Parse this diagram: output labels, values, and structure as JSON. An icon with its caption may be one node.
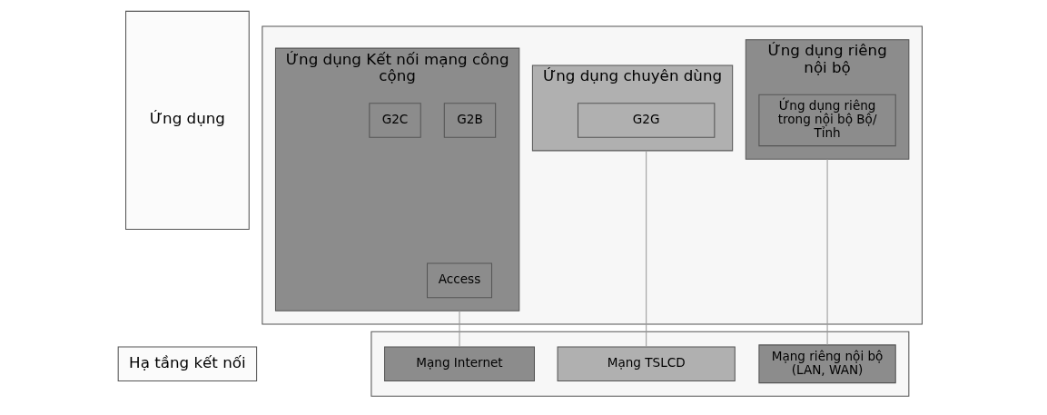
{
  "diagram": {
    "nodes": [
      {
        "text": [
          "Ứng dụng"
        ]
      },
      {
        "text": [],
        "shape": "box"
      },
      {
        "text": [
          "Ứng dụng Kết nối mạng công cộng"
        ],
        "in": 1
      },
      {
        "text": [
          "G2B"
        ],
        "in": 2
      },
      {
        "text": [
          "G2C"
        ],
        "in": 2
      },
      {
        "text": [
          "Access"
        ],
        "in": 2
      },
      {
        "text": [
          "Ứng dụng chuyên dùng"
        ],
        "in": 1
      },
      {
        "text": [
          "G2G"
        ],
        "in": 6
      },
      {
        "text": [
          "Ứng dụng riêng nội bộ"
        ],
        "in": 1
      },
      {
        "text": [
          "Ứng dụng riêng trong nội bộ Bộ/ Tỉnh"
        ],
        "in": 8
      },
      {
        "text": [
          "Hạ tầng kết nối"
        ]
      },
      {
        "text": [],
        "shape": "box"
      },
      {
        "text": [
          "Mạng Internet"
        ],
        "in": 11
      },
      {
        "text": [
          "Mạng TSLCD"
        ],
        "in": 11
      },
      {
        "text": [
          "Mạng riêng nội bộ (LAN, WAN)"
        ],
        "in": 11
      }
    ],
    "edges": [
      {
        "from": 2,
        "to": 12,
        "arrow": "none"
      },
      {
        "from": 6,
        "to": 13,
        "arrow": "none"
      },
      {
        "from": 8,
        "to": 14,
        "arrow": "none"
      }
    ]
  }
}
